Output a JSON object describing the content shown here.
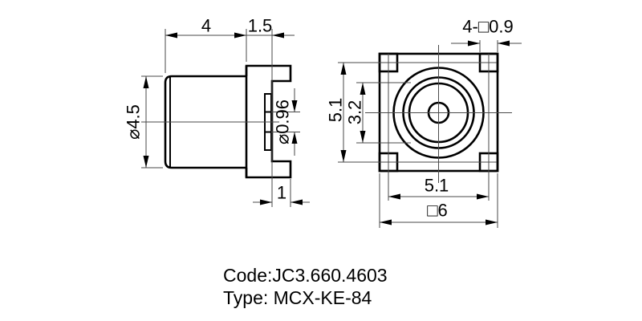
{
  "drawing": {
    "background": "#ffffff",
    "line_color": "#000000",
    "thin_line_color": "#4a4a4a"
  },
  "side_view": {
    "dim_body_length": "4",
    "dim_flange_thickness": "1.5",
    "dim_body_diameter": "⌀4.5",
    "dim_pin_diameter": "⌀0.96",
    "dim_leg_protrusion": "1"
  },
  "front_view": {
    "dim_corner_legs": "4-□0.9",
    "dim_leg_span_vertical": "5.1",
    "dim_inner_diameter": "3.2",
    "dim_leg_span_horizontal": "5.1",
    "dim_flange_size": "□6"
  },
  "footer": {
    "code": "Code:JC3.660.4603",
    "type": "Type: MCX-KE-84"
  }
}
